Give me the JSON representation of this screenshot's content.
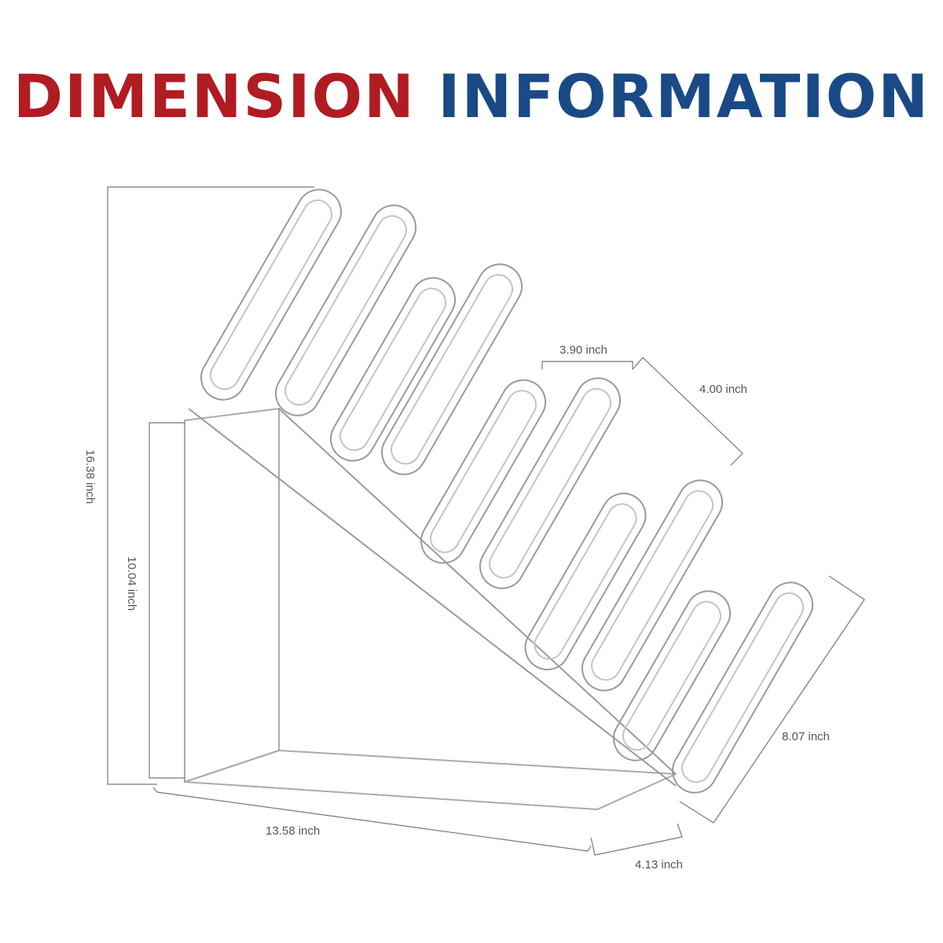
{
  "title": {
    "word1": "DIMENSION",
    "word2": "INFORMATION"
  },
  "dimensions": {
    "total_height": "16.38 inch",
    "side_height": "10.04 inch",
    "base_length": "13.58 inch",
    "base_width": "4.13 inch",
    "slot_length": "8.07 inch",
    "slot_spacing": "4.00 inch",
    "slot_width": "3.90 inch"
  },
  "colors": {
    "title_red": "#b01c22",
    "title_blue": "#1a4a86"
  }
}
